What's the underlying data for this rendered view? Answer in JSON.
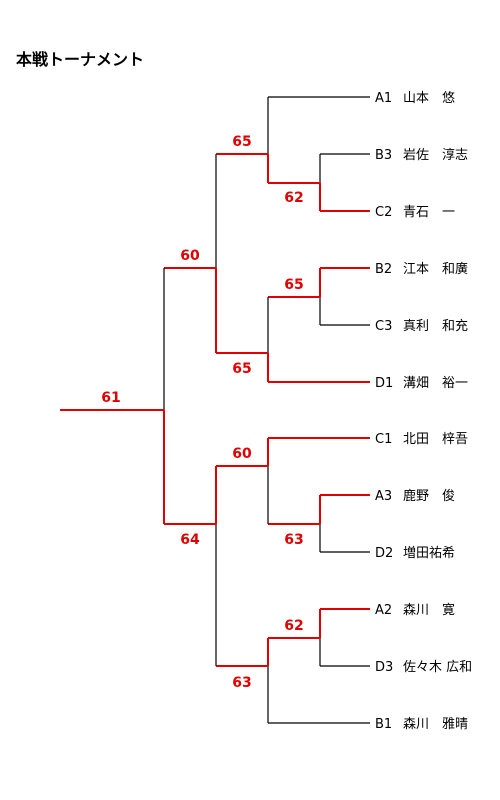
{
  "title": "本戦トーナメント",
  "colors": {
    "winner_line": "#e10000",
    "loser_line": "#000000",
    "score_text": "#e10000"
  },
  "players": [
    {
      "code": "A1",
      "name": "山本　悠"
    },
    {
      "code": "B3",
      "name": "岩佐　淳志"
    },
    {
      "code": "C2",
      "name": "青石　一"
    },
    {
      "code": "B2",
      "name": "江本　和廣"
    },
    {
      "code": "C3",
      "name": "真利　和充"
    },
    {
      "code": "D1",
      "name": "溝畑　裕一"
    },
    {
      "code": "C1",
      "name": "北田　梓吾"
    },
    {
      "code": "A3",
      "name": "鹿野　俊"
    },
    {
      "code": "D2",
      "name": "増田祐希"
    },
    {
      "code": "A2",
      "name": "森川　寛"
    },
    {
      "code": "D3",
      "name": "佐々木 広和"
    },
    {
      "code": "B1",
      "name": "森川　雅晴"
    }
  ],
  "scores": {
    "m_b3_c2": "62",
    "m_a1_q1": "65",
    "m_b2_c3": "65",
    "m_r2_d1": "65",
    "m_upper_semi": "60",
    "m_a3_d2": "63",
    "m_c1_q": "60",
    "m_a2_d3": "62",
    "m_r4_b1": "63",
    "m_lower_semi": "64",
    "final": "61"
  }
}
